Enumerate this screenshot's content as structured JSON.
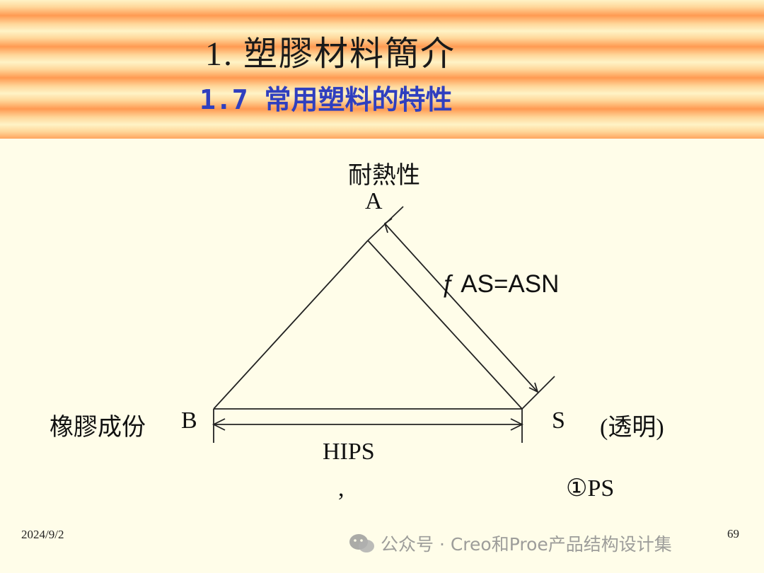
{
  "header": {
    "title": "1.  塑膠材料簡介",
    "subtitle": "1.7  常用塑料的特性"
  },
  "diagram": {
    "vertex_a_caption": "耐熱性",
    "vertex_a": "A",
    "vertex_b_caption": "橡膠成份",
    "vertex_b": "B",
    "vertex_s": "S",
    "vertex_s_caption": "(透明)",
    "edge_as_label": "ƒ AS=ASN",
    "edge_bs_label": "HIPS",
    "comma_mark": ",",
    "ps_label": "①PS"
  },
  "footer": {
    "date": "2024/9/2",
    "page": "69",
    "watermark": "公众号 · Creo和Proe产品结构设计集"
  },
  "colors": {
    "title": "#1a1a1a",
    "subtitle": "#2f3fbf",
    "background": "#fffde9",
    "header_band": "#ff9a52"
  }
}
